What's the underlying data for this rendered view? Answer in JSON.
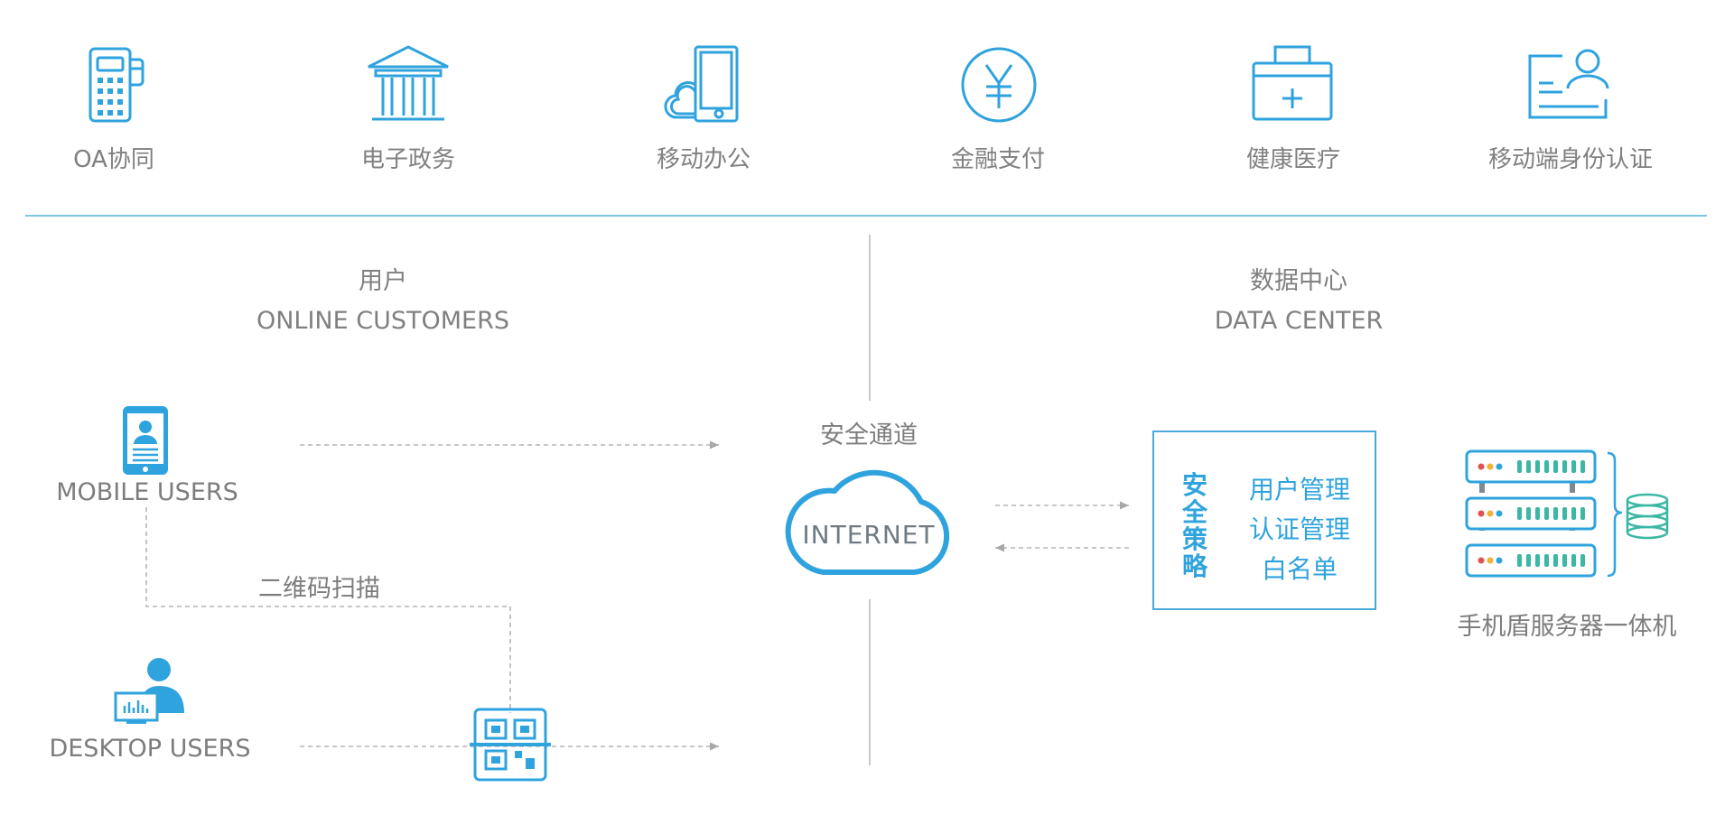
{
  "categories": [
    {
      "label": "OA协同",
      "icon": "pos-terminal-icon"
    },
    {
      "label": "电子政务",
      "icon": "government-building-icon"
    },
    {
      "label": "移动办公",
      "icon": "mobile-cloud-icon"
    },
    {
      "label": "金融支付",
      "icon": "yen-coin-icon"
    },
    {
      "label": "健康医疗",
      "icon": "medical-kit-icon"
    },
    {
      "label": "移动端身份认证",
      "icon": "id-card-icon"
    }
  ],
  "left": {
    "title_cn": "用户",
    "title_en": "ONLINE CUSTOMERS",
    "mobile_label": "MOBILE USERS",
    "qr_label": "二维码扫描",
    "desktop_label": "DESKTOP USERS"
  },
  "center": {
    "channel_label": "安全通道",
    "cloud_label": "INTERNET"
  },
  "right": {
    "title_cn": "数据中心",
    "title_en": "DATA CENTER",
    "policy_title": "安全策略",
    "policy_items": [
      "用户管理",
      "认证管理",
      "白名单"
    ],
    "server_label": "手机盾服务器一体机"
  },
  "colors": {
    "accent": "#2fa3de",
    "text": "#7d7d7d",
    "divider": "#7cc4e4",
    "teal": "#3bb7a4"
  }
}
